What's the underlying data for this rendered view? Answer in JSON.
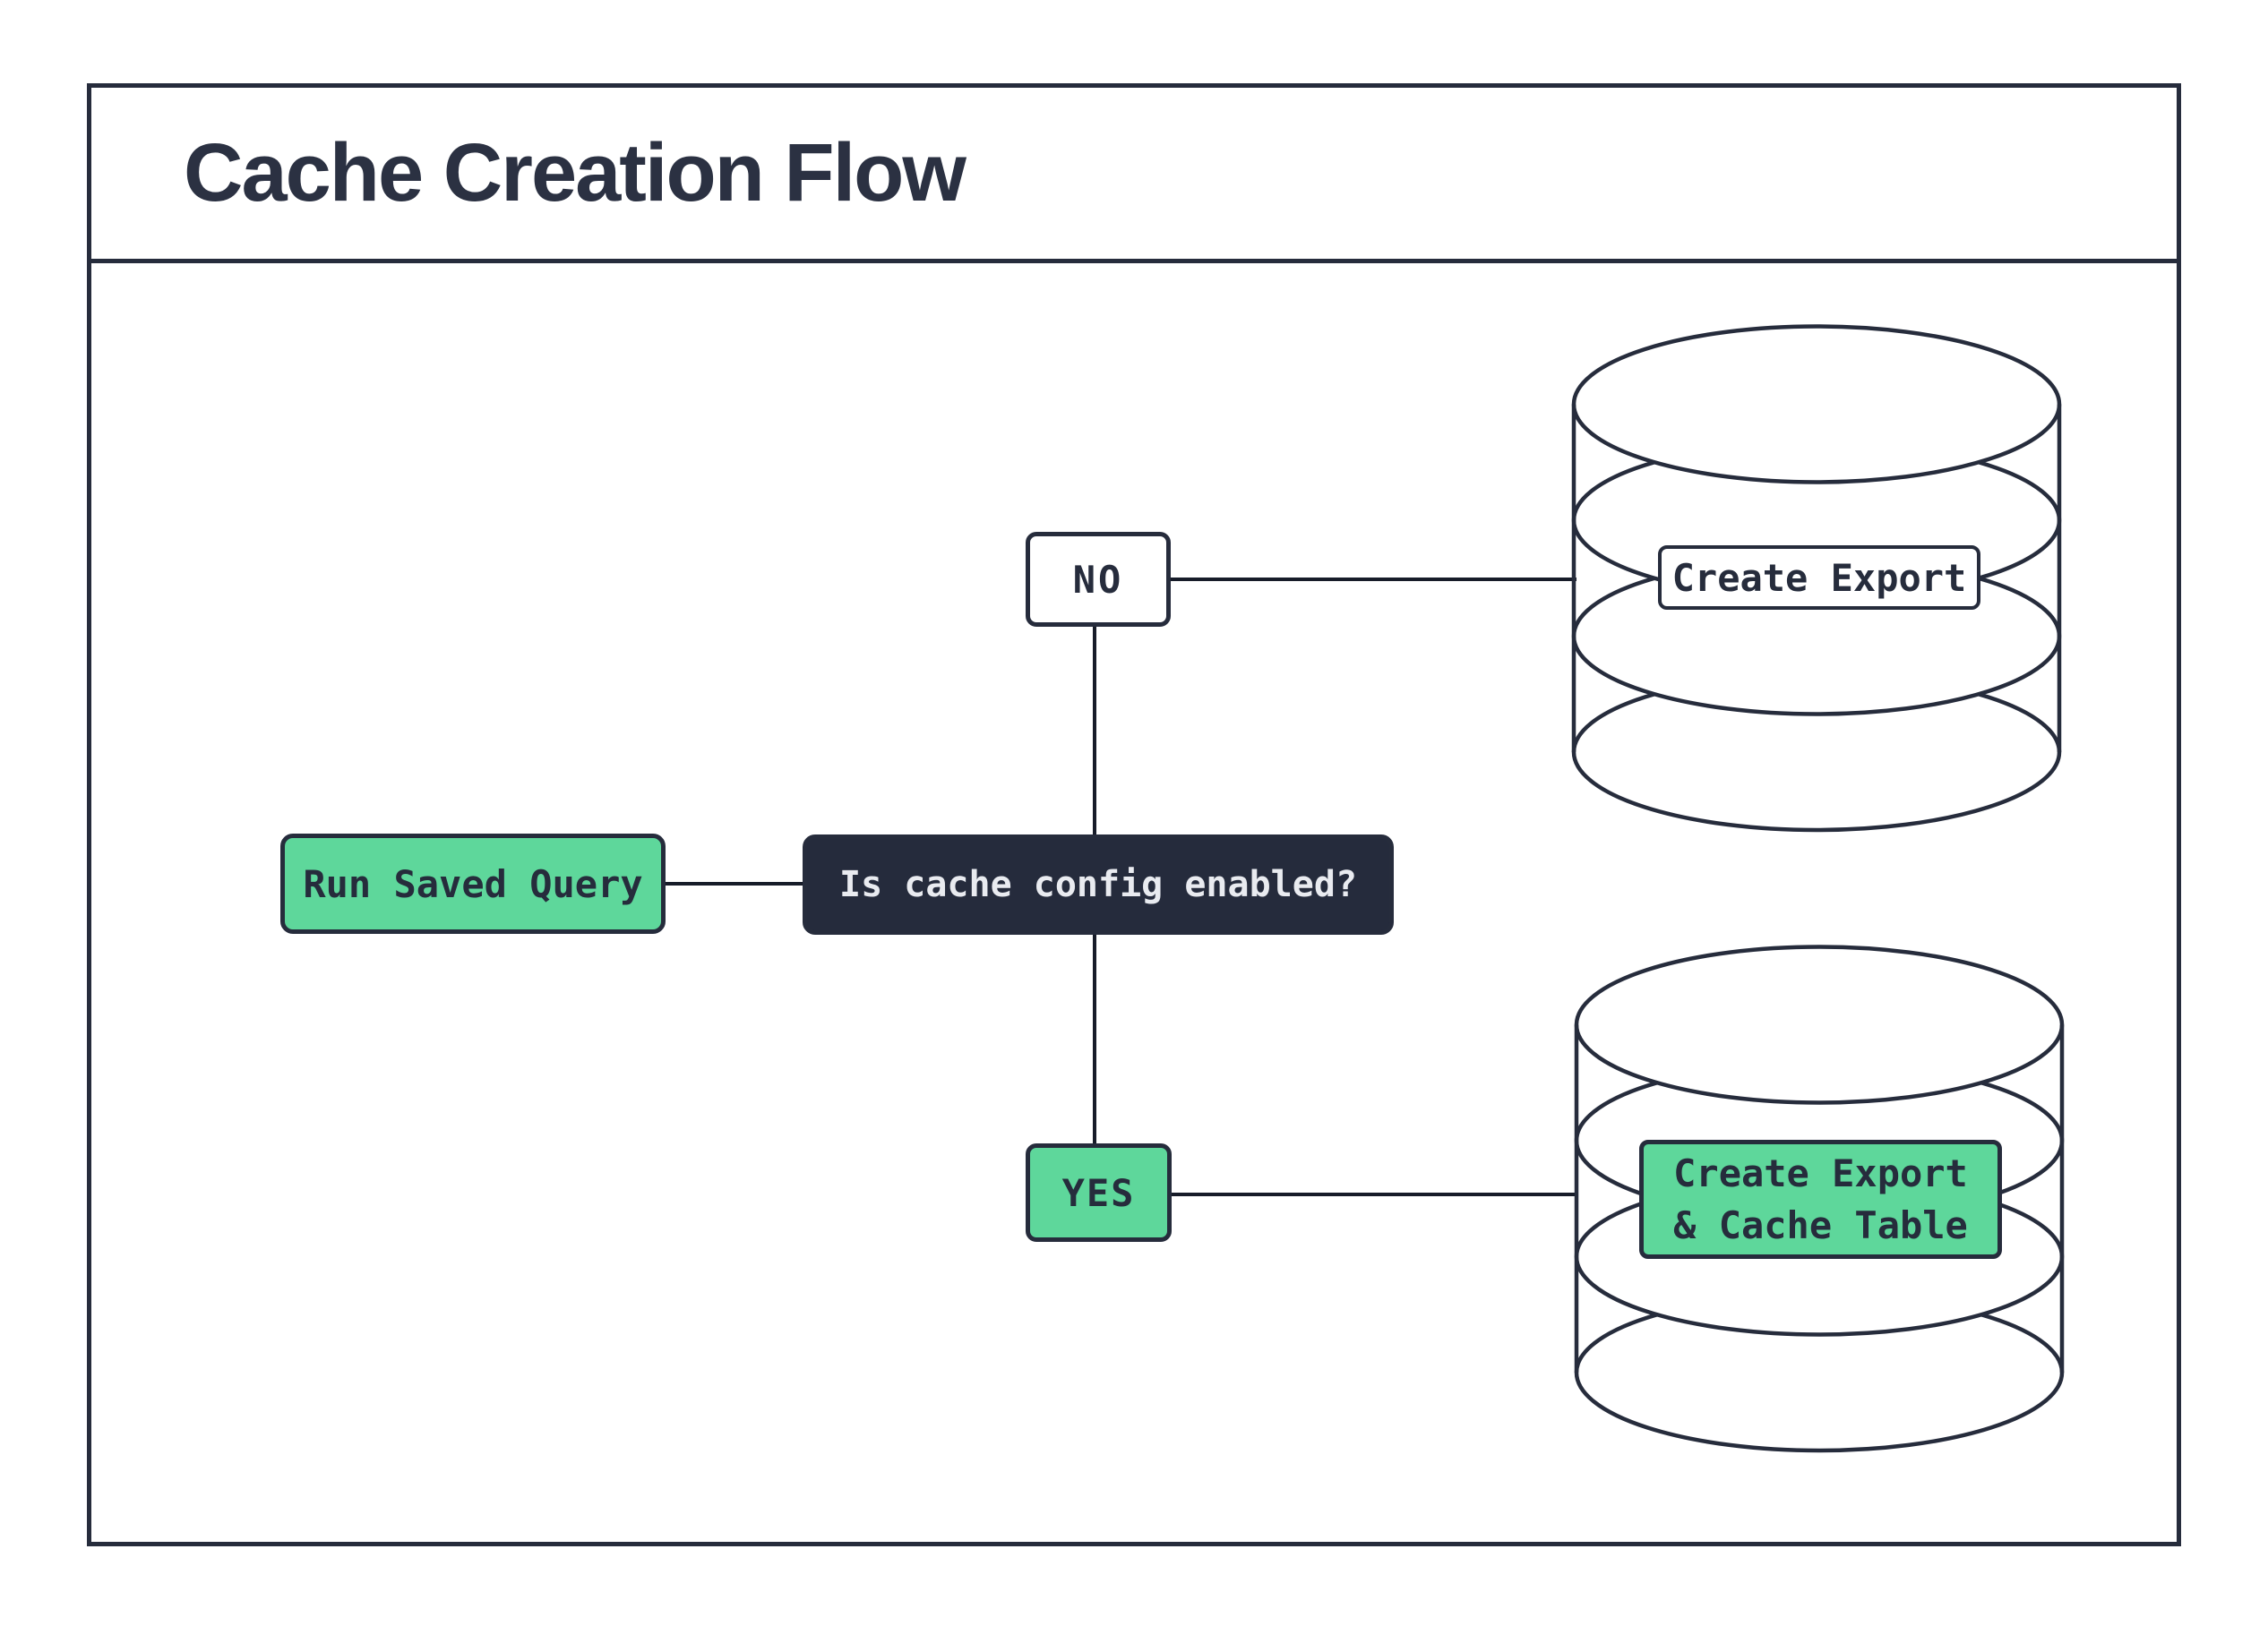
{
  "header": {
    "title": "Cache Creation Flow"
  },
  "palette": {
    "ink": "#262c3c",
    "accent_green": "#5ed79b",
    "decision_fill": "#252b3c",
    "decision_text": "#e9ebf0",
    "connector": "#171c29",
    "background": "#ffffff"
  },
  "flow": {
    "start_node": {
      "label": "Run Saved Query"
    },
    "decision_node": {
      "label": "Is cache config enabled?"
    },
    "no_branch": {
      "label": "NO"
    },
    "yes_branch": {
      "label": "YES"
    },
    "no_target": {
      "shape": "database",
      "label": "Create Export"
    },
    "yes_target": {
      "shape": "database",
      "label_line1": "Create Export",
      "label_line2": "& Cache Table"
    }
  }
}
